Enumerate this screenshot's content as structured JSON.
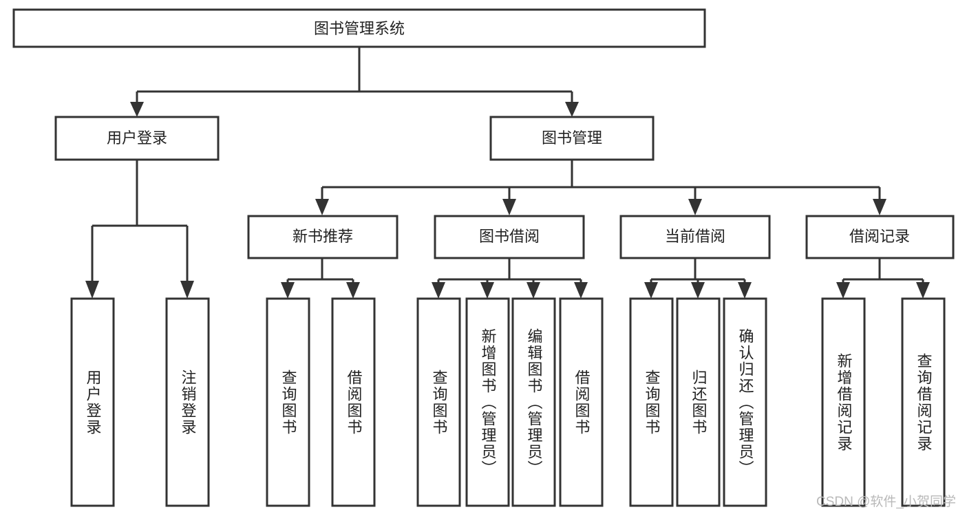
{
  "diagram": {
    "type": "hierarchy-tree",
    "title": "图书管理系统",
    "root": {
      "id": "root",
      "label": "图书管理系统",
      "orientation": "horizontal"
    },
    "level2": [
      {
        "id": "user-login",
        "label": "用户登录",
        "orientation": "horizontal"
      },
      {
        "id": "book-manage",
        "label": "图书管理",
        "orientation": "horizontal"
      }
    ],
    "level3": [
      {
        "id": "new-book-recommend",
        "label": "新书推荐",
        "orientation": "horizontal",
        "parent": "book-manage"
      },
      {
        "id": "book-borrow",
        "label": "图书借阅",
        "orientation": "horizontal",
        "parent": "book-manage"
      },
      {
        "id": "current-borrow",
        "label": "当前借阅",
        "orientation": "horizontal",
        "parent": "book-manage"
      },
      {
        "id": "borrow-record",
        "label": "借阅记录",
        "orientation": "horizontal",
        "parent": "book-manage"
      }
    ],
    "leaves": [
      {
        "id": "leaf-user-login",
        "label": "用户登录",
        "orientation": "vertical",
        "parent": "user-login"
      },
      {
        "id": "leaf-logout",
        "label": "注销登录",
        "orientation": "vertical",
        "parent": "user-login"
      },
      {
        "id": "leaf-query-book-1",
        "label": "查询图书",
        "orientation": "vertical",
        "parent": "new-book-recommend"
      },
      {
        "id": "leaf-borrow-book-1",
        "label": "借阅图书",
        "orientation": "vertical",
        "parent": "new-book-recommend"
      },
      {
        "id": "leaf-query-book-2",
        "label": "查询图书",
        "orientation": "vertical",
        "parent": "book-borrow"
      },
      {
        "id": "leaf-add-book",
        "label": "新增图书（管理员）",
        "orientation": "vertical",
        "parent": "book-borrow"
      },
      {
        "id": "leaf-edit-book",
        "label": "编辑图书（管理员）",
        "orientation": "vertical",
        "parent": "book-borrow"
      },
      {
        "id": "leaf-borrow-book-2",
        "label": "借阅图书",
        "orientation": "vertical",
        "parent": "book-borrow"
      },
      {
        "id": "leaf-query-book-3",
        "label": "查询图书",
        "orientation": "vertical",
        "parent": "current-borrow"
      },
      {
        "id": "leaf-return-book",
        "label": "归还图书",
        "orientation": "vertical",
        "parent": "current-borrow"
      },
      {
        "id": "leaf-confirm-return",
        "label": "确认归还（管理员）",
        "orientation": "vertical",
        "parent": "current-borrow"
      },
      {
        "id": "leaf-add-record",
        "label": "新增借阅记录",
        "orientation": "vertical",
        "parent": "borrow-record"
      },
      {
        "id": "leaf-query-record",
        "label": "查询借阅记录",
        "orientation": "vertical",
        "parent": "borrow-record"
      }
    ],
    "colors": {
      "box_fill": "#ffffff",
      "box_stroke": "#333333",
      "connector": "#333333",
      "text": "#222222",
      "background": "#ffffff",
      "watermark": "#b9b9b9"
    }
  },
  "watermark": {
    "label": "CSDN @软件_小贺同学"
  }
}
